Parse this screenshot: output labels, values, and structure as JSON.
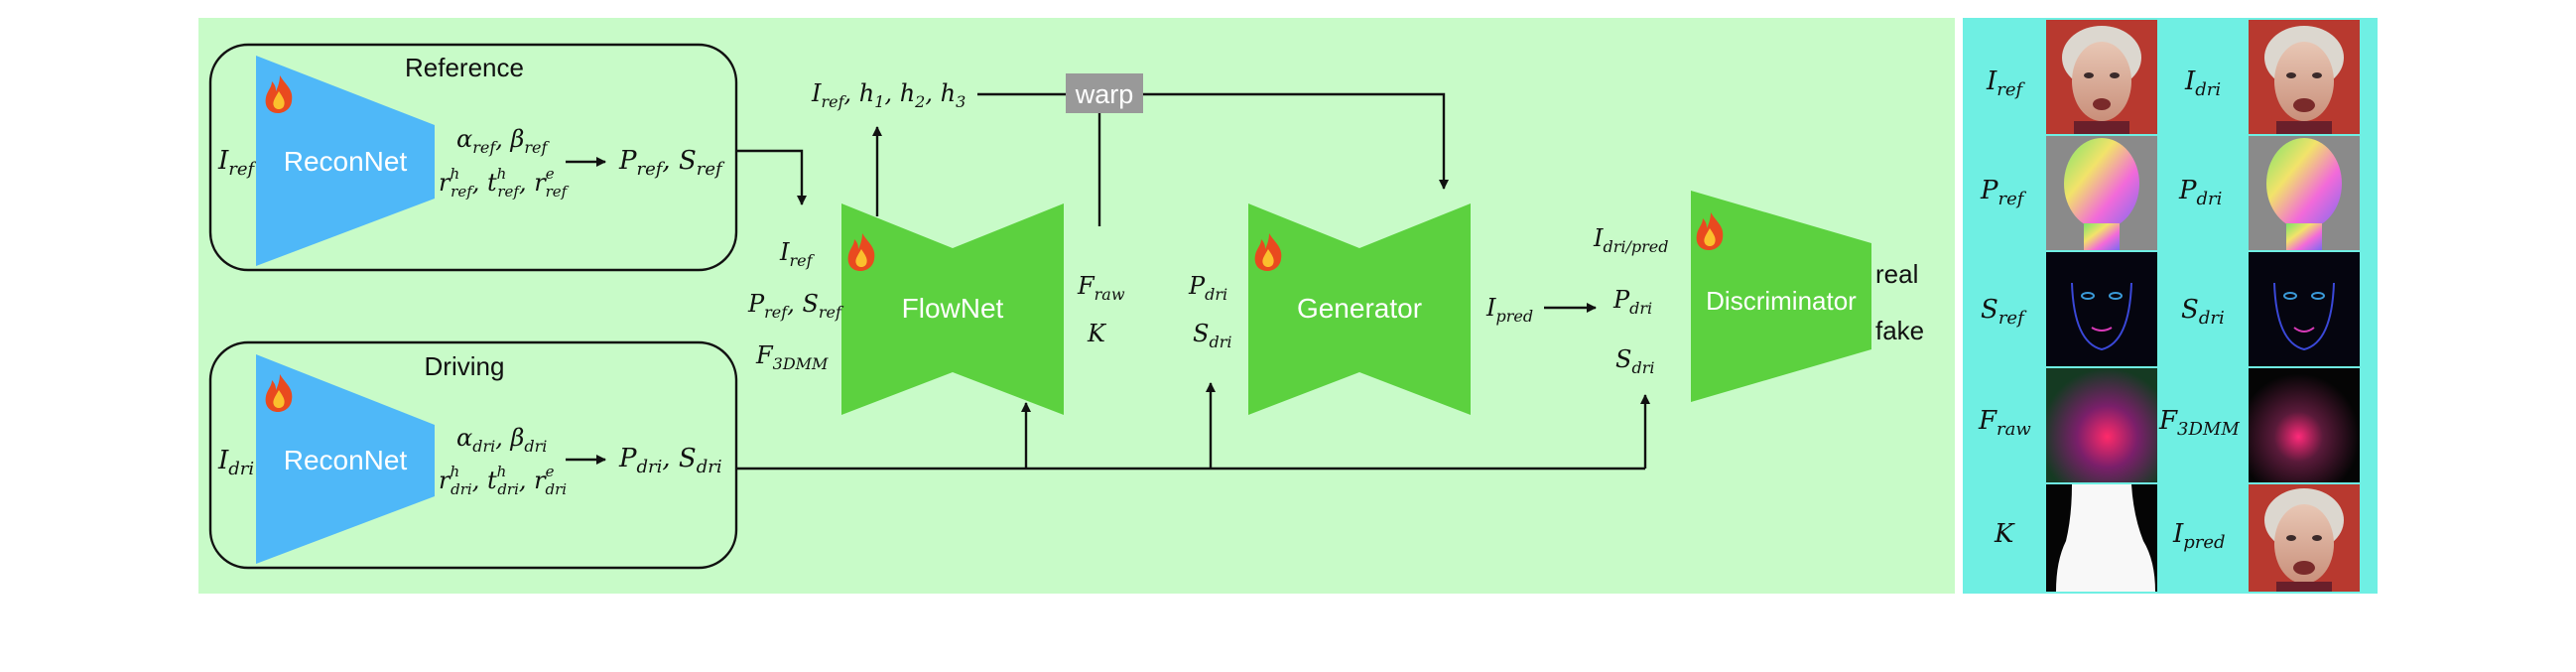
{
  "reference": {
    "title": "Reference",
    "input": "I_ref",
    "block": "ReconNet",
    "params_line1": "α_ref, β_ref",
    "params_line2": "r^h_ref, t^h_ref, r^e_ref",
    "output": "P_ref, S_ref"
  },
  "driving": {
    "title": "Driving",
    "input": "I_dri",
    "block": "ReconNet",
    "params_line1": "α_dri, β_dri",
    "params_line2": "r^h_dri, t^h_dri, r^e_dri",
    "output": "P_dri, S_dri"
  },
  "flownet": {
    "block": "FlowNet",
    "top_output": "I_ref, h_1, h_2, h_3",
    "inputs": [
      "I_ref",
      "P_ref, S_ref",
      "F_3DMM"
    ],
    "outputs": [
      "F_raw",
      "K"
    ]
  },
  "warp": {
    "label": "warp"
  },
  "generator": {
    "block": "Generator",
    "inputs": [
      "P_dri",
      "S_dri"
    ],
    "output": "I_pred"
  },
  "discriminator": {
    "block": "Discriminator",
    "inputs": [
      "I_dri/pred",
      "P_dri",
      "S_dri"
    ],
    "outputs": [
      "real",
      "fake"
    ]
  },
  "trainable_icon": "fire-icon",
  "colors": {
    "panel_bg": "#c8fbc8",
    "reconnet": "#4fb8f8",
    "green_block": "#5cd13f",
    "warp_box": "#999999",
    "side_panel": "#6fefe3"
  },
  "side_panel": {
    "rows": [
      {
        "left": "I_ref",
        "left_thumb": "face-photo",
        "right": "I_dri",
        "right_thumb": "face-photo"
      },
      {
        "left": "P_ref",
        "left_thumb": "ncc-render",
        "right": "P_dri",
        "right_thumb": "ncc-render"
      },
      {
        "left": "S_ref",
        "left_thumb": "sketch",
        "right": "S_dri",
        "right_thumb": "sketch"
      },
      {
        "left": "F_raw",
        "left_thumb": "flow",
        "right": "F_3DMM",
        "right_thumb": "flow-3dmm"
      },
      {
        "left": "K",
        "left_thumb": "mask",
        "right": "I_pred",
        "right_thumb": "face-photo"
      }
    ]
  }
}
